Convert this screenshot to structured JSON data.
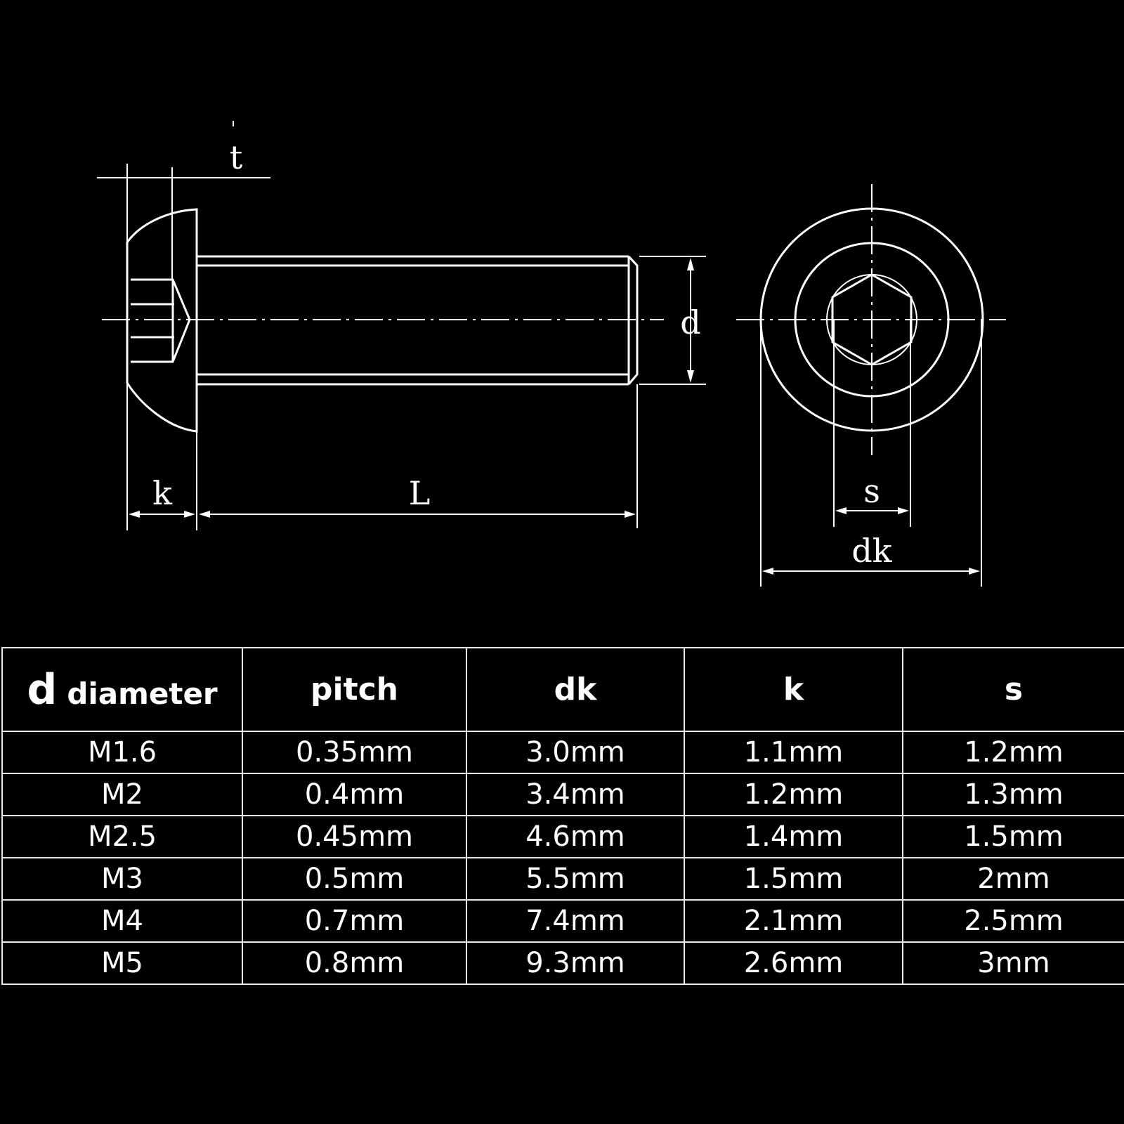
{
  "diagram": {
    "labels": {
      "t": "t",
      "d": "d",
      "k": "k",
      "L": "L",
      "s": "s",
      "dk": "dk"
    }
  },
  "table": {
    "header": {
      "d_symbol": "d",
      "d_word": "diameter",
      "pitch": "pitch",
      "dk": "dk",
      "k": "k",
      "s": "s"
    },
    "rows": [
      [
        "M1.6",
        "0.35mm",
        "3.0mm",
        "1.1mm",
        "1.2mm"
      ],
      [
        "M2",
        "0.4mm",
        "3.4mm",
        "1.2mm",
        "1.3mm"
      ],
      [
        "M2.5",
        "0.45mm",
        "4.6mm",
        "1.4mm",
        "1.5mm"
      ],
      [
        "M3",
        "0.5mm",
        "5.5mm",
        "1.5mm",
        "2mm"
      ],
      [
        "M4",
        "0.7mm",
        "7.4mm",
        "2.1mm",
        "2.5mm"
      ],
      [
        "M5",
        "0.8mm",
        "9.3mm",
        "2.6mm",
        "3mm"
      ]
    ]
  }
}
